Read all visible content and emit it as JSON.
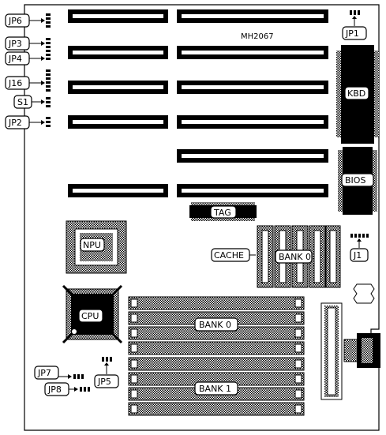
{
  "board": {
    "model": "MH2067"
  },
  "labels": {
    "jp6": "JP6",
    "jp3": "JP3",
    "jp4": "JP4",
    "j16": "J16",
    "s1": "S1",
    "jp2": "JP2",
    "jp1": "JP1",
    "kbd": "KBD",
    "bios": "BIOS",
    "tag": "TAG",
    "npu": "NPU",
    "cache": "CACHE",
    "cache_bank": "BANK 0",
    "j1": "J1",
    "cpu": "CPU",
    "simm_bank0": "BANK 0",
    "simm_bank1": "BANK 1",
    "jp7": "JP7",
    "jp8": "JP8",
    "jp5": "JP5"
  }
}
